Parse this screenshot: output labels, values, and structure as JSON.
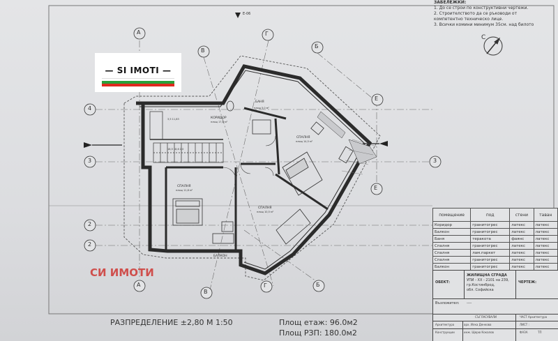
{
  "sheet": {
    "logo_text": "— SI IMOTI —",
    "watermark": "СИ ИМОТИ",
    "notes_title": "ЗАБЕЛЕЖКИ:",
    "notes": [
      "1. До се строи по конструктивни чертежи.",
      "2. Строителството да се ръководи от",
      "    компетентно техническо лице.",
      "3. Всички комини минимум 35см. над билото"
    ],
    "elevation_mark": "E-06",
    "axis_labels": {
      "a1": "A",
      "a2": "A",
      "g1": "Г",
      "g2": "Г",
      "v1": "В",
      "v2": "В",
      "b1": "Б",
      "b2": "Б",
      "e1": "Е",
      "e2": "Е",
      "n4": "4",
      "n3a": "3",
      "n3b": "3",
      "n2a": "2",
      "n2b": "2"
    },
    "room_labels": {
      "bath": "БАНЯ",
      "corridor": "КОРИДОР",
      "bedroom_right": "СПАЛНЯ",
      "bedroom_left": "СПАЛНЯ",
      "bedroom_mid": "СПАЛНЯ",
      "balcony": "БАЛКОН"
    },
    "scale_text": "РАЗПРЕДЕЛЕНИЕ ±2,80   М 1:50",
    "floor_area": "Площ етаж:  96.0м2",
    "rzp_area": "Площ РЗП:  180.0м2"
  },
  "finish_table": {
    "headers": [
      "помещение",
      "под",
      "стени",
      "таван"
    ],
    "rows": [
      [
        "Коридор",
        "гранитогрес",
        "латекс",
        "латекс"
      ],
      [
        "Балкон",
        "гранитогрес",
        "латекс",
        "латекс"
      ],
      [
        "Баня",
        "теракота",
        "фаянс",
        "латекс"
      ],
      [
        "Спалня",
        "гранитогрес",
        "латекс",
        "латекс"
      ],
      [
        "Спалня",
        "лам.паркет",
        "латекс",
        "латекс"
      ],
      [
        "Спалня",
        "гранитогрес",
        "латекс",
        "латекс"
      ],
      [
        "Балкон",
        "гранитогрес",
        "латекс",
        "латекс"
      ]
    ]
  },
  "title_block": {
    "object_label": "ОБЕКТ:",
    "object_lines": [
      "ЖИЛИЩНА СГРАДА",
      "УПИ - XX - 2101 на 239,",
      "гр.Костинброд,",
      "обл. Софийска"
    ],
    "drawing_label": "ЧЕРТЕЖ:",
    "client_label": "Възложител:",
    "client_value": "----",
    "approved_label": "СЪГЛАСУВАЛИ",
    "part_label": "ЧАСТ Архитектура",
    "architect_label": "Архитектура",
    "architect_value": "арх. Илка Денкова",
    "designer_label": "Конструкции",
    "designer_value": "инж. Щерю Кокалов",
    "sheet_label": "ЛИСТ :",
    "phase_label": "ФАЗА",
    "phase_value": "ТП"
  }
}
